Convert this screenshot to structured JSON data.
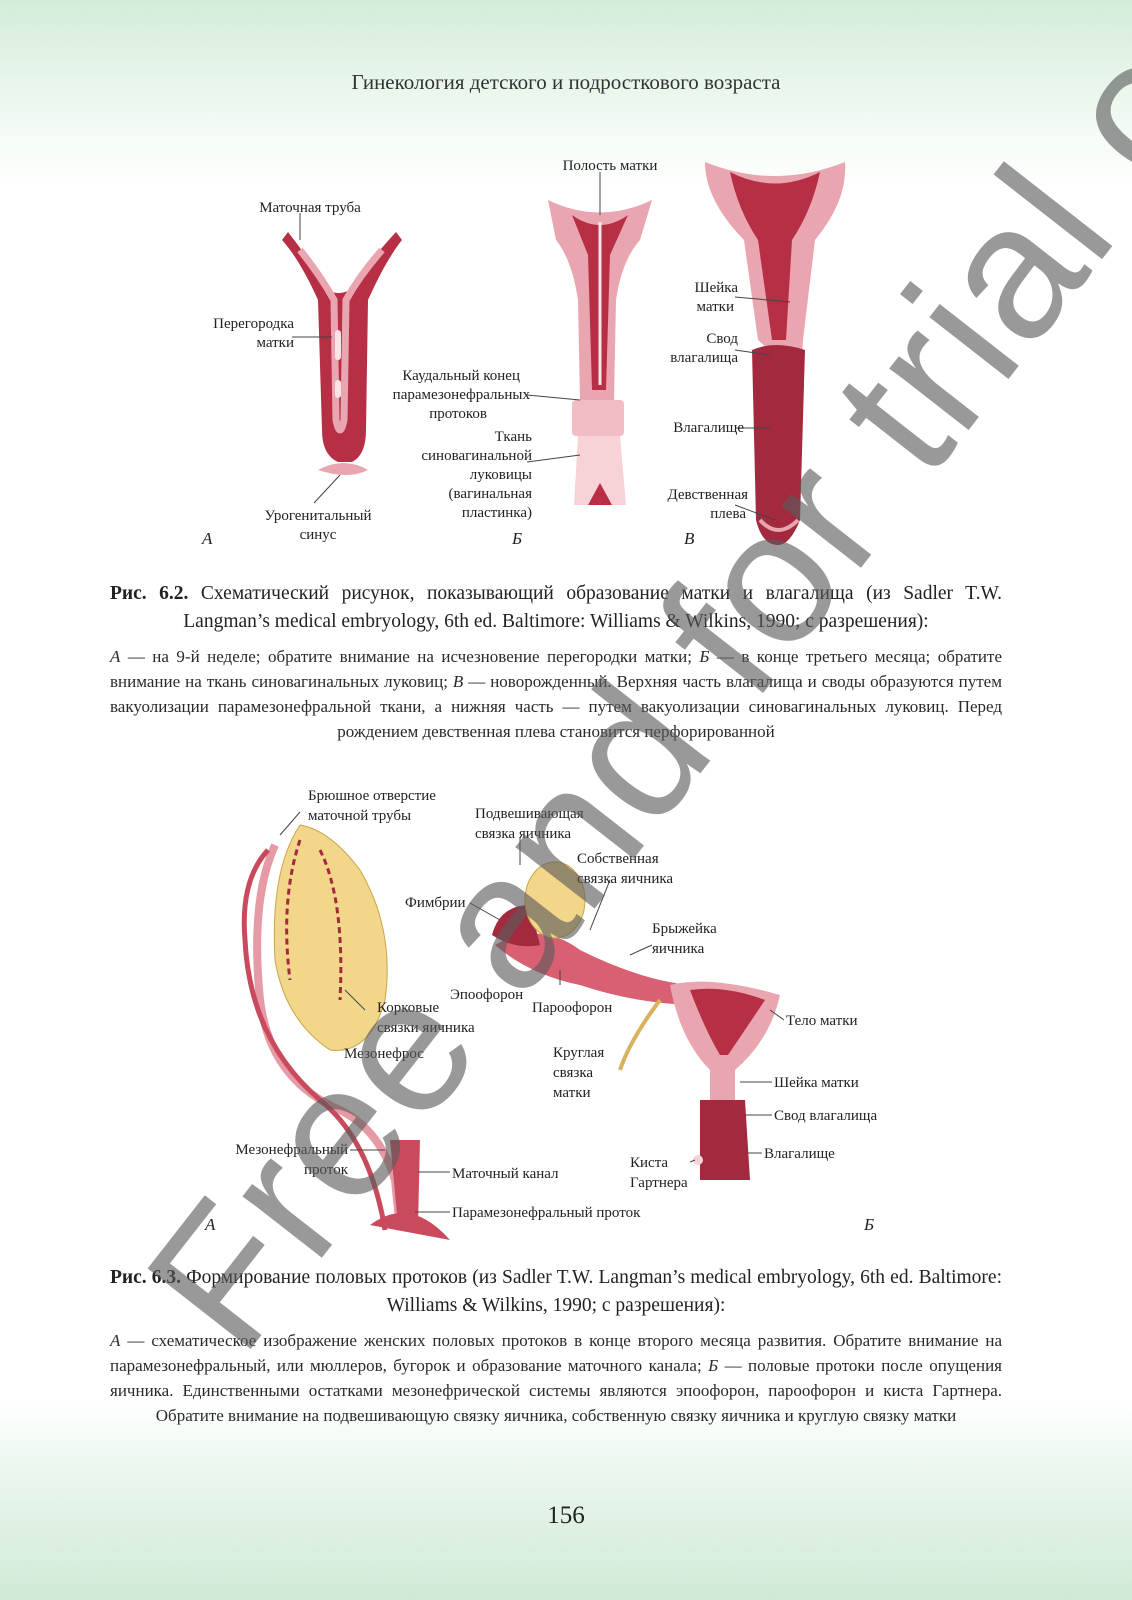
{
  "header": {
    "title": "Гинекология детского и подросткового возраста"
  },
  "figure_6_2": {
    "labels": {
      "tube": "Маточная труба",
      "septum_1": "Перегородка",
      "septum_2": "матки",
      "sinus_1": "Урогенитальный",
      "sinus_2": "синус",
      "cavity": "Полость матки",
      "caudal_1": "Каудальный конец",
      "caudal_2": "парамезонефральных",
      "caudal_3": "протоков",
      "tissue_1": "Ткань",
      "tissue_2": "синовагинальной",
      "tissue_3": "луковицы",
      "tissue_4": "(вагинальная",
      "tissue_5": "пластинка)",
      "cervix_1": "Шейка",
      "cervix_2": "матки",
      "fornix_1": "Свод",
      "fornix_2": "влагалища",
      "vagina": "Влагалище",
      "hymen_1": "Девственная",
      "hymen_2": "плева",
      "panel_a": "А",
      "panel_b": "Б",
      "panel_c": "В"
    },
    "caption_title_bold": "Рис. 6.2.",
    "caption_title": " Схематический рисунок, показывающий образование матки и влагалища (из Sadler T.W. Langman’s medical embryology, 6th ed. Baltimore: Williams & Wilkins, 1990; с разрешения):",
    "caption_body_a": "А",
    "caption_body_1": " — на 9-й неделе; обратите внимание на исчезновение перегородки матки; ",
    "caption_body_b": "Б",
    "caption_body_2": " — в конце третьего месяца; обратите внимание на ткань синовагинальных луковиц; ",
    "caption_body_c": "В",
    "caption_body_3": " — новорожденный. Верхняя часть влагалища и своды образуются путем вакуолизации парамезонефральной ткани, а нижняя часть — путем вакуолизации синовагинальных луковиц. Перед рождением девственная плева становится перфорированной"
  },
  "figure_6_3": {
    "labels": {
      "ostium_1": "Брюшное отверстие",
      "ostium_2": "маточной трубы",
      "suspensory_1": "Подвешивающая",
      "suspensory_2": "связка яичника",
      "proper_1": "Собственная",
      "proper_2": "связка яичника",
      "fimbriae": "Фимбрии",
      "mesovarium_1": "Брыжейка",
      "mesovarium_2": "яичника",
      "epoophoron": "Эпоофорон",
      "paroophoron": "Пароофорон",
      "body": "Тело матки",
      "cortical_1": "Корковые",
      "cortical_2": "связки яичника",
      "round_1": "Круглая",
      "round_2": "связка",
      "round_3": "матки",
      "mesonephros": "Мезонефрос",
      "cervix": "Шейка матки",
      "fornix": "Свод влагалища",
      "mesonephric_1": "Мезонефральный",
      "mesonephric_2": "проток",
      "cyst_1": "Киста",
      "cyst_2": "Гартнера",
      "vagina": "Влагалище",
      "uterine_canal": "Маточный канал",
      "paramesonephric": "Парамезонефральный проток",
      "panel_a": "А",
      "panel_b": "Б"
    },
    "caption_title_bold": "Рис. 6.3.",
    "caption_title": " Формирование половых протоков (из Sadler T.W. Langman’s medical embryology, 6th ed. Baltimore: Williams & Wilkins, 1990; с разрешения):",
    "caption_body_a": "А",
    "caption_body_1": " — схематическое изображение женских половых протоков в конце второго месяца развития. Обратите внимание на парамезонефральный, или мюллеров, бугорок и образование маточного канала; ",
    "caption_body_b": "Б",
    "caption_body_2": " — половые протоки после опущения яичника. Единственными остатками мезонефрической системы являются эпоофорон, пароофорон и киста Гартнера. Обратите внимание на подвешивающую связку яичника, собственную связку яичника и круглую связку матки"
  },
  "page_number": "156",
  "watermark": "Free and for trial only",
  "colors": {
    "tissue_dark": "#b72f45",
    "tissue_light": "#eaa6b0",
    "ovary": "#f2d68a",
    "background_green": "#d3ecd9"
  }
}
